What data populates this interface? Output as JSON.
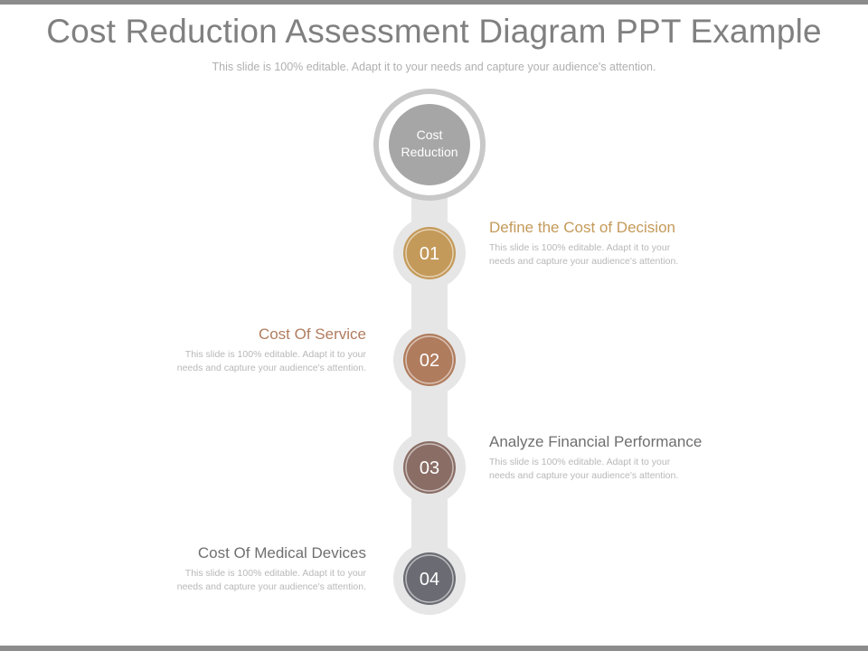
{
  "slide": {
    "title": "Cost Reduction Assessment Diagram PPT Example",
    "subtitle": "This slide is 100% editable. Adapt it to your needs and capture your audience's attention."
  },
  "hub": {
    "label_line1": "Cost",
    "label_line2": "Reduction",
    "color": "#a6a6a6"
  },
  "steps": [
    {
      "number": "01",
      "title": "Define the Cost of Decision",
      "desc": "This slide is 100% editable. Adapt it to your needs and capture your audience's attention.",
      "color": "#c49a5a",
      "title_color": "#c49a5a",
      "side": "right"
    },
    {
      "number": "02",
      "title": "Cost Of Service",
      "desc": "This slide is 100% editable. Adapt it to your needs and capture your audience's attention.",
      "color": "#b07c5e",
      "title_color": "#b07c5e",
      "side": "left"
    },
    {
      "number": "03",
      "title": "Analyze Financial Performance",
      "desc": "This slide is 100% editable. Adapt it to your needs and capture your audience's attention.",
      "color": "#8a6e66",
      "title_color": "#6f6f6f",
      "side": "right"
    },
    {
      "number": "04",
      "title": "Cost Of Medical Devices",
      "desc": "This slide is 100% editable. Adapt it to your needs and capture your audience's attention.",
      "color": "#6b6c73",
      "title_color": "#6f6f6f",
      "side": "left"
    }
  ],
  "colors": {
    "track": "#e6e6e6",
    "outer_ring": "#c8c8c8"
  }
}
